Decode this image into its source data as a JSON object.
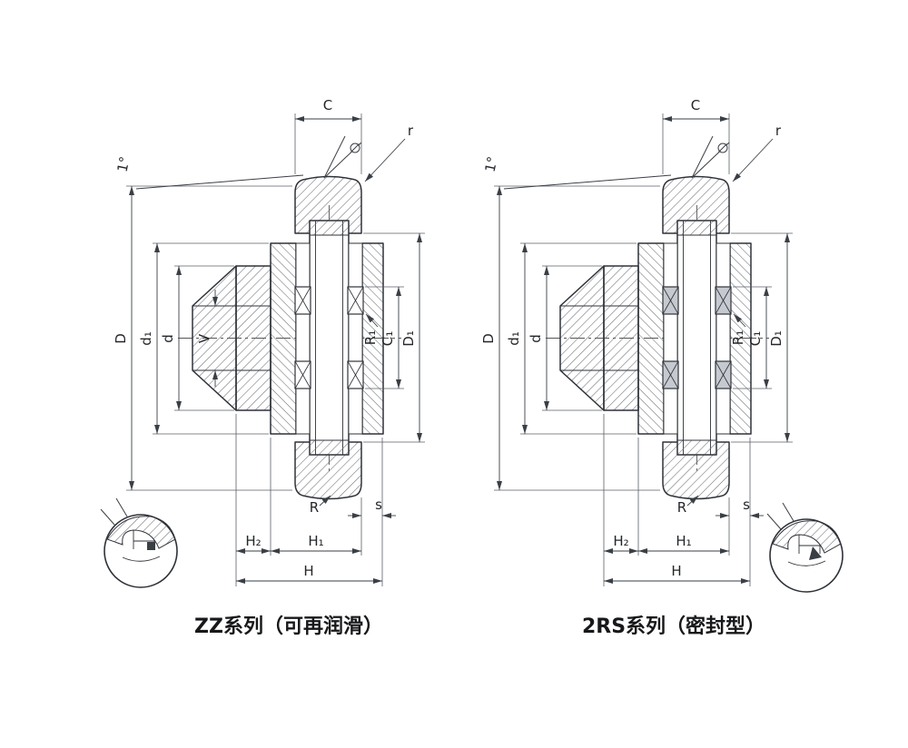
{
  "colors": {
    "background": "#ffffff",
    "line": "#2e3238"
  },
  "diagrams": {
    "left": {
      "caption": "ZZ系列（可再润滑）",
      "labels": {
        "C": "C",
        "r": "r",
        "angle": "1°",
        "D": "D",
        "d1": "d₁",
        "d": "d",
        "V": "V",
        "R1": "R₁",
        "C1": "C₁",
        "D1": "D₁",
        "R": "R",
        "s": "s",
        "H2": "H₂",
        "H1": "H₁",
        "H": "H"
      }
    },
    "right": {
      "caption": "2RS系列（密封型）",
      "labels": {
        "C": "C",
        "r": "r",
        "angle": "1°",
        "D": "D",
        "d1": "d₁",
        "d": "d",
        "R1": "R₁",
        "C1": "C₁",
        "D1": "D₁",
        "R": "R",
        "s": "s",
        "H2": "H₂",
        "H1": "H₁",
        "H": "H"
      }
    }
  }
}
